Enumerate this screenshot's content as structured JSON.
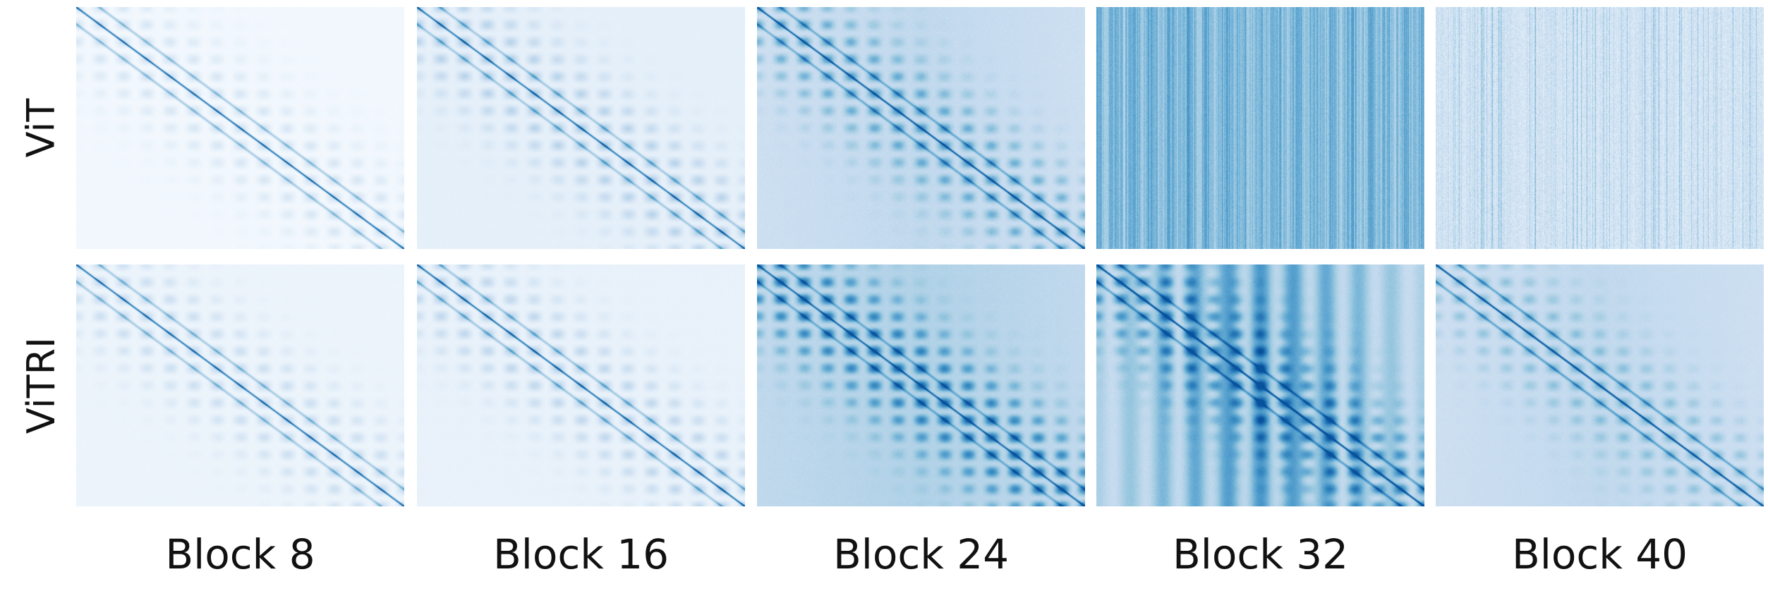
{
  "chart_data": {
    "type": "heatmap",
    "title": "",
    "rows": [
      "ViT",
      "ViTRI"
    ],
    "columns": [
      "Block 8",
      "Block 16",
      "Block 24",
      "Block 32",
      "Block 40"
    ],
    "value_range": [
      0,
      1
    ],
    "colormap": [
      "#f7fbff",
      "#deebf7",
      "#c6dbef",
      "#9ecae1",
      "#6baed6",
      "#4292c6",
      "#2171b5",
      "#08519c"
    ],
    "grid": false,
    "panels": [
      {
        "row": "ViT",
        "column": "Block 8",
        "pattern": "diagonal",
        "base": 0.03,
        "diagonal": 0.85,
        "texture": 0.18,
        "noise": 0.02
      },
      {
        "row": "ViT",
        "column": "Block 16",
        "pattern": "diagonal",
        "base": 0.1,
        "diagonal": 0.75,
        "texture": 0.3,
        "noise": 0.02
      },
      {
        "row": "ViT",
        "column": "Block 24",
        "pattern": "diagonal",
        "base": 0.22,
        "diagonal": 0.7,
        "texture": 0.38,
        "noise": 0.05
      },
      {
        "row": "ViT",
        "column": "Block 32",
        "pattern": "vertical-bands",
        "base": 0.45,
        "diagonal": 0.0,
        "texture": 0.2,
        "noise": 0.1
      },
      {
        "row": "ViT",
        "column": "Block 40",
        "pattern": "vertical-noise",
        "base": 0.22,
        "diagonal": 0.0,
        "texture": 0.25,
        "noise": 0.2
      },
      {
        "row": "ViTRI",
        "column": "Block 8",
        "pattern": "diagonal",
        "base": 0.06,
        "diagonal": 0.8,
        "texture": 0.22,
        "noise": 0.02
      },
      {
        "row": "ViTRI",
        "column": "Block 16",
        "pattern": "diagonal",
        "base": 0.08,
        "diagonal": 0.8,
        "texture": 0.28,
        "noise": 0.02
      },
      {
        "row": "ViTRI",
        "column": "Block 24",
        "pattern": "diagonal",
        "base": 0.28,
        "diagonal": 0.6,
        "texture": 0.55,
        "noise": 0.04
      },
      {
        "row": "ViTRI",
        "column": "Block 32",
        "pattern": "diagonal-bands",
        "base": 0.25,
        "diagonal": 0.75,
        "texture": 0.45,
        "noise": 0.05
      },
      {
        "row": "ViTRI",
        "column": "Block 40",
        "pattern": "diagonal",
        "base": 0.22,
        "diagonal": 0.8,
        "texture": 0.25,
        "noise": 0.04
      }
    ]
  }
}
